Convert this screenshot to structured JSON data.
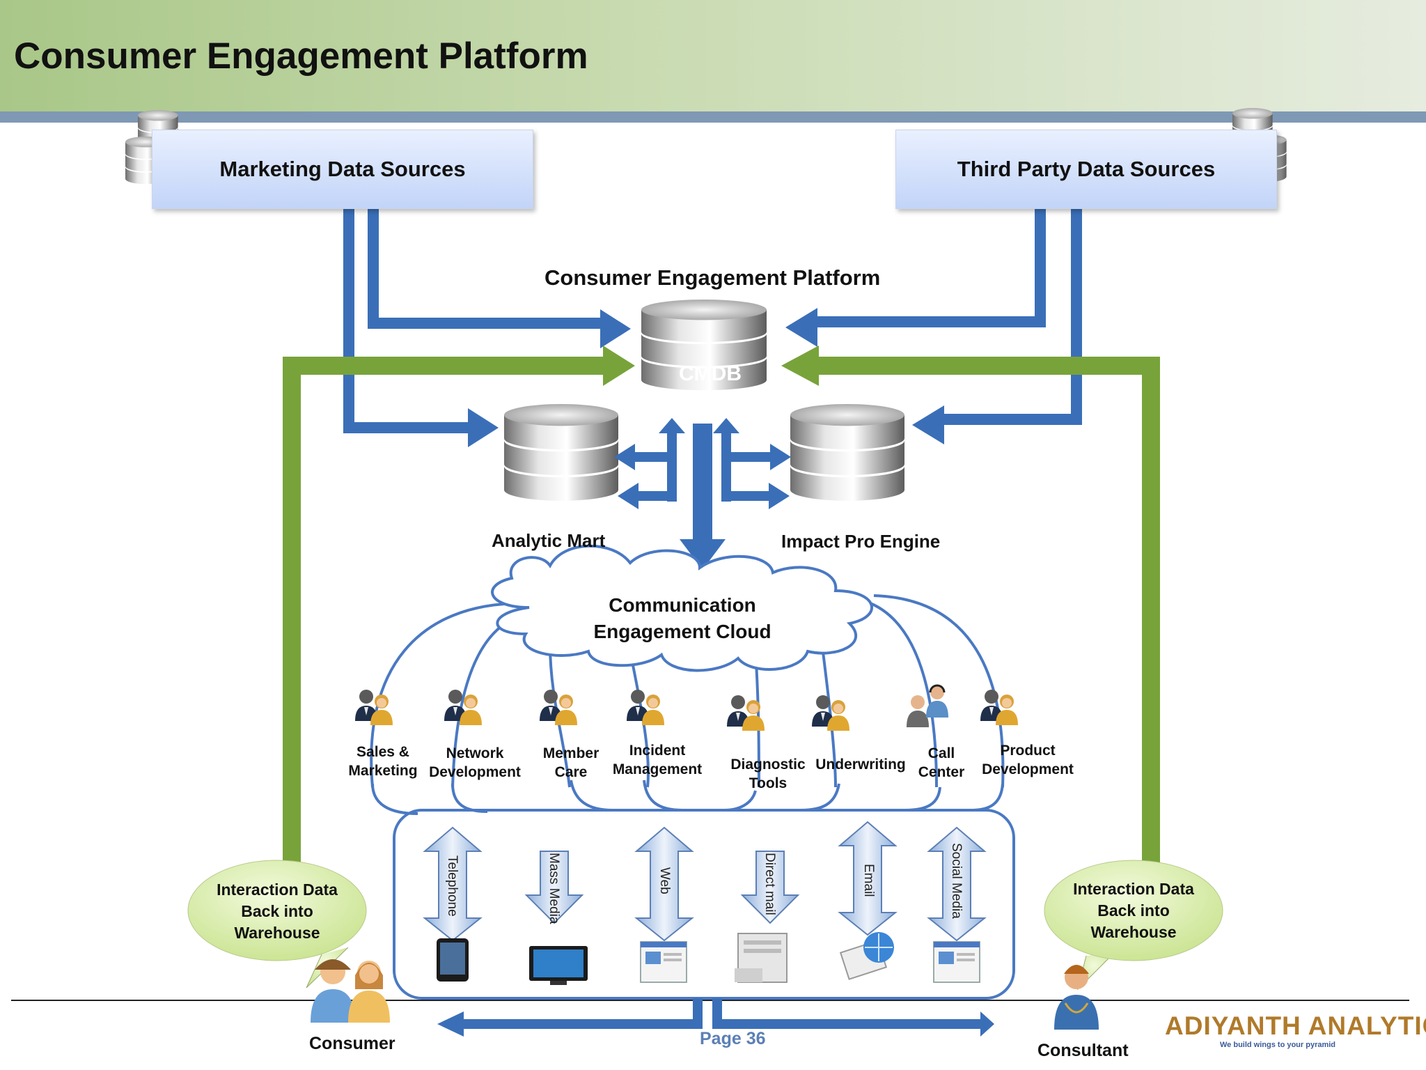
{
  "title": "Consumer Engagement Platform",
  "sources": {
    "marketing": "Marketing Data Sources",
    "third_party": "Third Party Data Sources"
  },
  "platform": {
    "title": "Consumer Engagement Platform",
    "cmdb": "CMDB",
    "analytic_mart": "Analytic Mart",
    "impact_pro": "Impact Pro Engine"
  },
  "cloud": {
    "line1": "Communication",
    "line2": "Engagement Cloud"
  },
  "departments": [
    {
      "line1": "Sales &",
      "line2": "Marketing"
    },
    {
      "line1": "Network",
      "line2": "Development"
    },
    {
      "line1": "Member",
      "line2": "Care"
    },
    {
      "line1": "Incident",
      "line2": "Management"
    },
    {
      "line1": "Diagnostic",
      "line2": "Tools"
    },
    {
      "line1": "Underwriting",
      "line2": ""
    },
    {
      "line1": "Call",
      "line2": "Center"
    },
    {
      "line1": "Product",
      "line2": "Development"
    }
  ],
  "channels": [
    "Telephone",
    "Mass Media",
    "Web",
    "Direct mail",
    "Email",
    "Social Media"
  ],
  "interaction_left": {
    "line1": "Interaction Data",
    "line2": "Back into",
    "line3": "Warehouse"
  },
  "interaction_right": {
    "line1": "Interaction Data",
    "line2": "Back into",
    "line3": "Warehouse"
  },
  "consumer": "Consumer",
  "consultant": "Consultant",
  "page": "Page 36",
  "logo": {
    "name": "ADIYANTH ANALYTICS",
    "tagline": "We build wings to your pyramid"
  },
  "colors": {
    "blue_arrow": "#3a6fb8",
    "green_arrow": "#78a33a",
    "cloud_stroke": "#4a79c3",
    "bubble": "#dff0b8"
  }
}
